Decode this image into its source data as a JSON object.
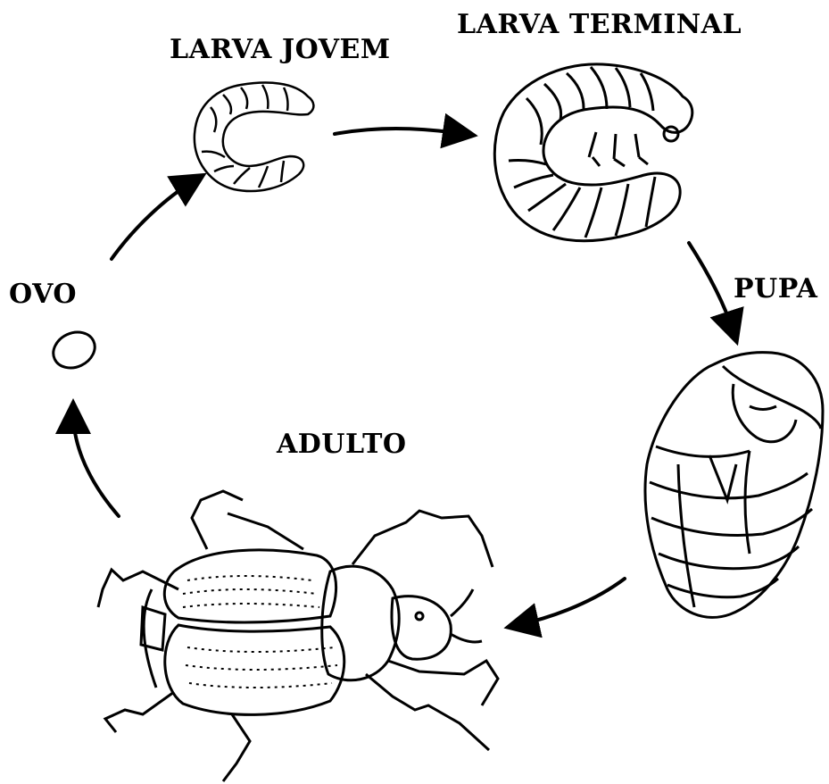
{
  "diagram": {
    "stages": {
      "ovo": "OVO",
      "larva_jovem": "LARVA JOVEM",
      "larva_terminal": "LARVA TERMINAL",
      "pupa": "PUPA",
      "adulto": "ADULTO"
    },
    "colors": {
      "ink": "#000000",
      "background": "#ffffff"
    },
    "icons": [
      "egg-icon",
      "young-larva-icon",
      "terminal-larva-icon",
      "pupa-icon",
      "adult-beetle-icon",
      "cycle-arrow-icon"
    ]
  }
}
